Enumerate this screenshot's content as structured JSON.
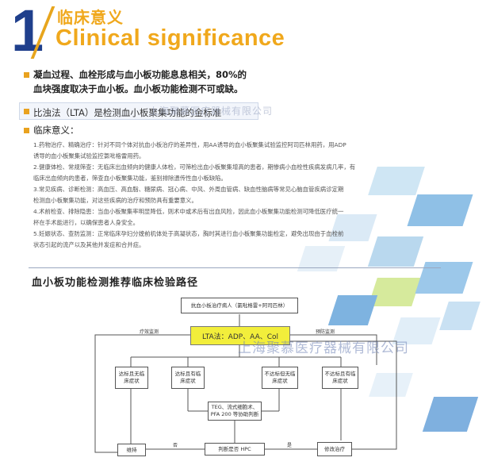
{
  "header": {
    "number": "1",
    "title_cn": "临床意义",
    "title_en": "Clinical significance"
  },
  "bullets": {
    "b1_line1": "凝血过程、血栓形成与血小板功能息息相关，80%的",
    "b1_line2": "血块强度取决于血小板。血小板功能检测不可或缺。",
    "b2": "比浊法（LTA）是检测血小板聚集功能的金标准",
    "b3": "临床意义："
  },
  "paragraphs": [
    "1.药物治疗、精确治疗：针对不同个体对抗血小板治疗的差异性，用AA诱导的血小板聚集试验监控阿司匹林用药，用ADP",
    "诱导的血小板聚集试验监控氯吡格雷用药。",
    "2.健康体检、常规筛查：无临床出血倾向的健康人体检，可筛检出血小板聚集增高的患者，期惨病小血栓性疾病发病几率，有",
    "临床出血倾向的患者，筛查血小板聚集功能，鉴别排除遗传性血小板缺陷。",
    "3.常见疾病、诊断检测：高血压、高血脂、糖尿病、冠心病、中风、外周血管病、缺血性脑病等常见心脑血管疾病诊定期",
    "检测血小板聚集功能，对这些疾病的治疗和预防具有重要意义。",
    "4.术前检查、排除隐患：当血小板聚集率明显降低，则术中或术后有出血风险，因此血小板聚集功能检测可降低医疗统一",
    "杯在手术能进行，以确保患者人身安全。",
    "5.妊娠状态、查防监测：正常临床孕妇分娩前机体处于高凝状态，胸时其进行血小板聚集功能检定，避免出现由于血栓前",
    "状态引起的流产以及其他并发症和合并症。"
  ],
  "section": {
    "title": "血小板功能检测推荐临床检验路径"
  },
  "flow": {
    "top_box": "抗血小板治疗病人（氯吡格雷+阿司匹林）",
    "lta_box": "LTA法：ADP、AA、Col",
    "left_label": "疗效监测",
    "right_label": "预防监测",
    "box1": "达标且无临床症状",
    "box2": "达标且有临床症状",
    "box3": "不达标但无临床症状",
    "box4": "不达标且有临床症状",
    "teg_box": "TEG、流式细胞术、PFA 200 等协助判断",
    "left_bottom": "维持",
    "mid_bottom": "判断是否 HPC",
    "right_bottom": "修改治疗",
    "no_label": "否",
    "yes_label": "是"
  },
  "watermark": "上海聚慕医疗器械有限公司",
  "colors": {
    "accent_orange": "#f0a81c",
    "number_blue": "#1f3f8c",
    "lta_yellow": "#f2ee3b"
  }
}
